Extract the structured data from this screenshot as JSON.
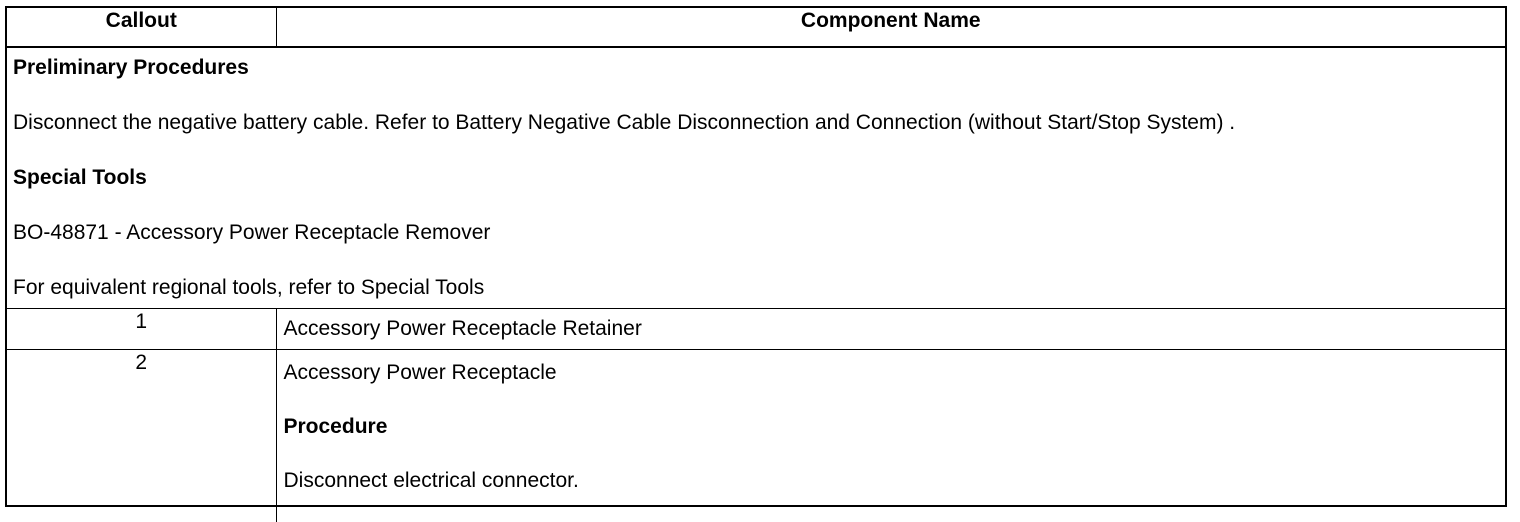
{
  "table": {
    "headers": {
      "callout": "Callout",
      "component_name": "Component Name"
    },
    "preliminary": {
      "heading": "Preliminary Procedures",
      "step": "Disconnect the negative battery cable. Refer to Battery Negative Cable Disconnection and Connection (without Start/Stop System) .",
      "tools_heading": "Special Tools",
      "tool": "BO-48871 - Accessory Power Receptacle Remover",
      "tool_note": "For equivalent regional tools, refer to Special Tools"
    },
    "rows": [
      {
        "callout": "1",
        "name": "Accessory Power Receptacle Retainer"
      },
      {
        "callout": "2",
        "name": "Accessory Power Receptacle",
        "procedure_heading": "Procedure",
        "procedure_step": "Disconnect electrical connector."
      }
    ]
  }
}
